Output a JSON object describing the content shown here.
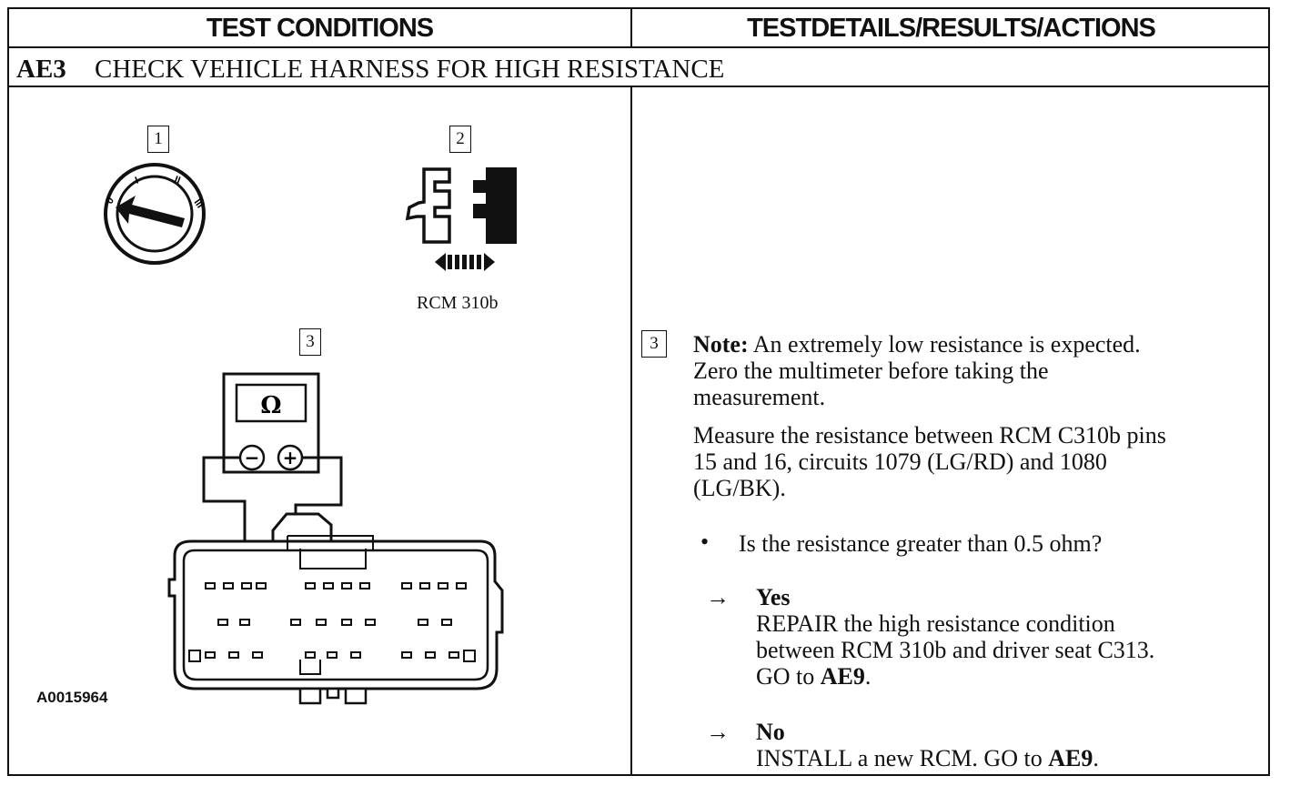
{
  "headers": {
    "left": "TEST CONDITIONS",
    "right": "TESTDETAILS/RESULTS/ACTIONS"
  },
  "step": {
    "code": "AE3",
    "title": "CHECK VEHICLE HARNESS FOR HIGH RESISTANCE"
  },
  "figures": {
    "step1": "1",
    "step2": "2",
    "step3": "3",
    "connector_label": "RCM 310b",
    "meter_symbol": "Ω",
    "meter_minus": "−",
    "meter_plus": "+",
    "figure_id": "A0015964",
    "ignition_positions": [
      "0",
      "I",
      "II",
      "III"
    ]
  },
  "details": {
    "step_number": "3",
    "note_label": "Note:",
    "note_line1": "An extremely low resistance is expected.",
    "note_line2": "Zero the multimeter before taking the",
    "note_line3": "measurement.",
    "measure_line1": "Measure the resistance between RCM C310b pins",
    "measure_line2": "15 and 16, circuits 1079 (LG/RD) and 1080",
    "measure_line3": "(LG/BK).",
    "bullet_symbol": "•",
    "question": "Is the resistance greater than 0.5 ohm?",
    "arrow_symbol": "→",
    "yes_label": "Yes",
    "yes_line1": "REPAIR the high resistance condition",
    "yes_line2": "between RCM 310b and driver seat C313.",
    "yes_line3_prefix": "GO to ",
    "yes_line3_target": "AE9",
    "yes_line3_suffix": ".",
    "no_label": "No",
    "no_line_prefix": "INSTALL a new RCM. GO to ",
    "no_line_target": "AE9",
    "no_line_suffix": "."
  }
}
